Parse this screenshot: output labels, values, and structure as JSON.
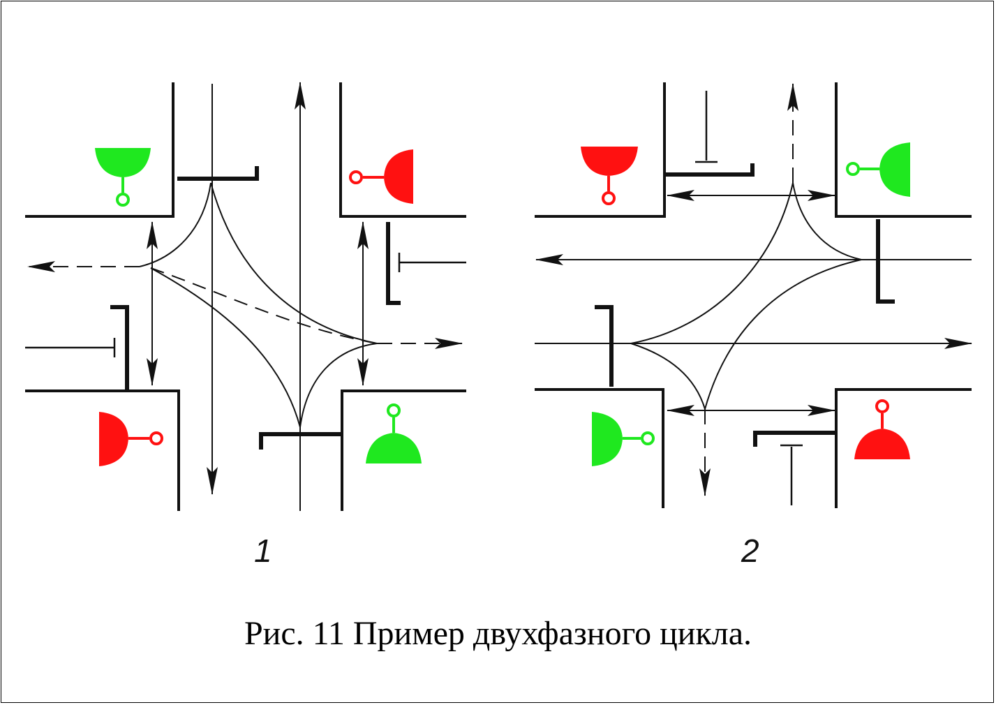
{
  "phases": [
    {
      "label": "1",
      "signals": {
        "top_left": "green",
        "top_right": "red",
        "bottom_left": "red",
        "bottom_right": "green"
      }
    },
    {
      "label": "2",
      "signals": {
        "top_left": "red",
        "top_right": "green",
        "bottom_left": "green",
        "bottom_right": "red"
      }
    }
  ],
  "caption": "Рис. 11 Пример двухфазного цикла.",
  "colors": {
    "green": "#1fe81f",
    "red": "#ff1111",
    "line": "#111111"
  }
}
